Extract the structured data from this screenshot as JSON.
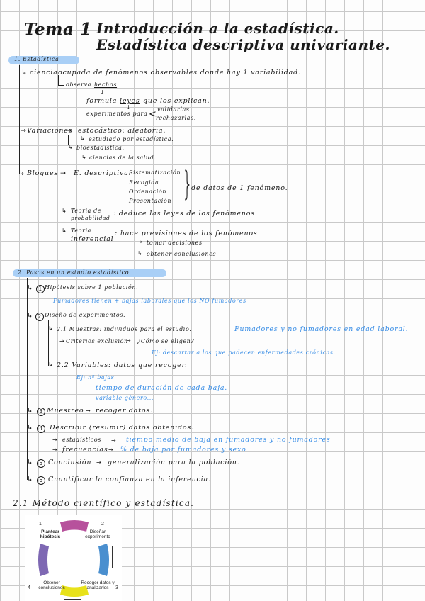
{
  "header": {
    "tema_label": "Tema 1",
    "separator": ":",
    "title_line1": "Introducción a la estadística.",
    "title_line2": "Estadística descriptiva univariante."
  },
  "section1": {
    "heading": "1. Estadística",
    "ciencia": {
      "label": "ciencia",
      "desc": "ocupada de fenómenos observables donde hay 1 variabilidad.",
      "observa": "observa",
      "hechos": "hechos",
      "formula": "formula",
      "leyes": "leyes",
      "explican": "que los explican.",
      "experimentos": "experimentos para",
      "validarlas": "validarlas",
      "rechazarlas": "rechazarlas."
    },
    "variaciones": {
      "label": "Variaciones",
      "estocastico": "estocástico: aleatoria.",
      "estudiado": "estudiado por estadística.",
      "bioestadistica": "bioestadística.",
      "ciencias_salud": "ciencias de la salud."
    },
    "bloques": {
      "label": "Bloques",
      "descriptiva": "E. descriptiva:",
      "items": [
        "Sistematización",
        "Recogida",
        "Ordenación",
        "Presentación"
      ],
      "brace_text": "de datos de 1 fenómeno.",
      "probabilidad_label_1": "Teoría de",
      "probabilidad_label_2": "probabilidad",
      "probabilidad_desc": ": deduce las leyes de los fenómenos",
      "inferencial_label_1": "Teoría",
      "inferencial_label_2": "inferencial",
      "inferencial_desc": ": hace previsiones de los fenómenos",
      "tomar": "tomar decisiones",
      "obtener": "obtener conclusiones"
    }
  },
  "section2": {
    "heading": "2. Pasos en un estudio estadístico.",
    "step1": {
      "num": "1",
      "text": "Hipótesis sobre 1 población.",
      "example": "Fumadores tienen + bajas laborales que los NO fumadores"
    },
    "step2": {
      "num": "2",
      "text": "Diseño de experimentos.",
      "sub1": "2.1 Muestras: individuos para el estudio.",
      "sub1_example": "Fumadores y no fumadores en edad laboral.",
      "criterios": "Criterios exclusión",
      "como": "¿Cómo se eligen?",
      "criterios_example": "Ej: descartar a los que padecen enfermedades crónicas.",
      "sub2": "2.2 Variables: datos que recoger.",
      "sub2_examples": [
        "Ej: nº bajas",
        "tiempo de duración de cada baja.",
        "variable género..."
      ]
    },
    "step3": {
      "num": "3",
      "text": "Muestreo",
      "desc": "recoger datos."
    },
    "step4": {
      "num": "4",
      "text": "Describir (resumir) datos obtenidos.",
      "estadisticos": "estadísticos",
      "estadisticos_example": "tiempo medio de baja en fumadores y no fumadores",
      "frecuencias": "frecuencias",
      "frecuencias_example": "% de baja por fumadores y sexo"
    },
    "step5": {
      "num": "5",
      "text": "Conclusión",
      "desc": "generalización para la población."
    },
    "step6": {
      "num": "6",
      "text": "Cuantificar la confianza en la inferencia."
    }
  },
  "section21": {
    "heading": "2.1 Método científico y estadística.",
    "diagram": {
      "steps": [
        {
          "num": "1",
          "label": "Plantear hipótesis",
          "color": "#b7519c"
        },
        {
          "num": "2",
          "label": "Diseñar experimento",
          "color": "#4a8fcf"
        },
        {
          "num": "3",
          "label": "Recoger datos y analizarlos",
          "color": "#e8e21a"
        },
        {
          "num": "4",
          "label": "Obtener conclusiones",
          "color": "#7e68b3"
        }
      ]
    }
  },
  "colors": {
    "highlight": "#a9cff6",
    "blue_ink": "#3a8ee6",
    "black_ink": "#1a1a1a",
    "grid": "#c9c9c9"
  }
}
